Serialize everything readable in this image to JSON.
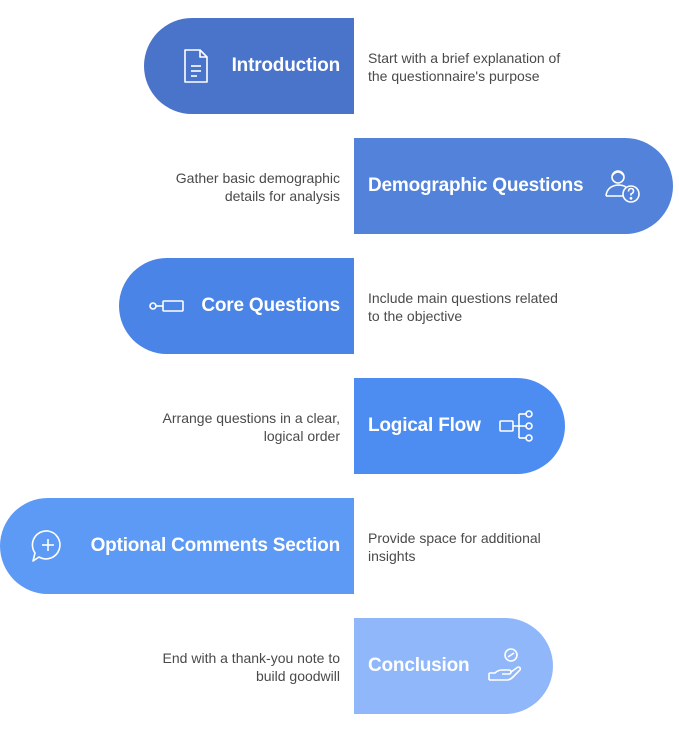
{
  "steps": [
    {
      "title": "Introduction",
      "desc_lines": [
        "Start with a brief explanation of",
        "the questionnaire's purpose"
      ],
      "icon": "document-icon",
      "color": "#4a74c9"
    },
    {
      "title": "Demographic Questions",
      "desc_lines": [
        "Gather basic demographic",
        "details for analysis"
      ],
      "icon": "user-question-icon",
      "color": "#5282d9"
    },
    {
      "title": "Core Questions",
      "desc_lines": [
        "Include main questions related",
        "to the objective"
      ],
      "icon": "slider-input-icon",
      "color": "#4a84e6"
    },
    {
      "title": "Logical Flow",
      "desc_lines": [
        "Arrange questions in a clear,",
        "logical order"
      ],
      "icon": "flow-tree-icon",
      "color": "#4d8df2"
    },
    {
      "title": "Optional Comments Section",
      "desc_lines": [
        "Provide space for additional",
        "insights"
      ],
      "icon": "comment-add-icon",
      "color": "#5d9af5"
    },
    {
      "title": "Conclusion",
      "desc_lines": [
        "End with a thank-you note to",
        "build goodwill"
      ],
      "icon": "hand-coin-icon",
      "color": "#8fb7fa"
    }
  ]
}
